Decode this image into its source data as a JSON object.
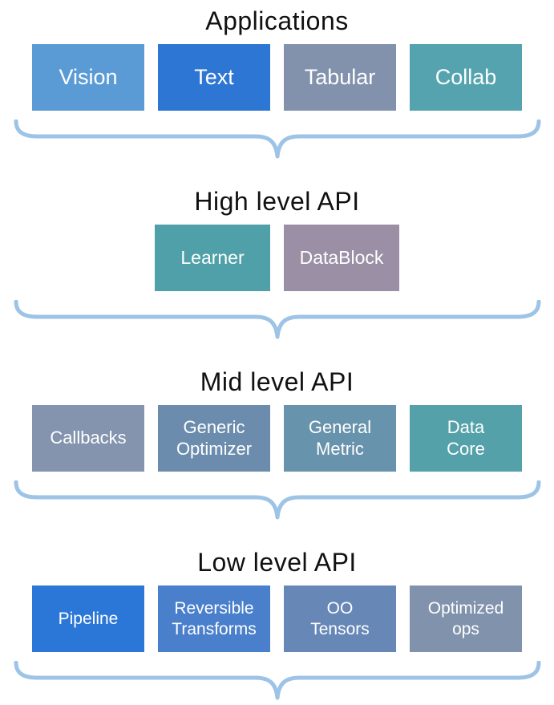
{
  "brace_color": "#9DC3E6",
  "sections": [
    {
      "title": "Applications",
      "boxes": [
        {
          "label": "Vision",
          "color": "#5B9BD5"
        },
        {
          "label": "Text",
          "color": "#2E76D3"
        },
        {
          "label": "Tabular",
          "color": "#8292AC"
        },
        {
          "label": "Collab",
          "color": "#55A3AE"
        }
      ]
    },
    {
      "title": "High level API",
      "boxes": [
        {
          "label": "Learner",
          "color": "#4FA0A8"
        },
        {
          "label": "DataBlock",
          "color": "#9B8FA5"
        }
      ]
    },
    {
      "title": "Mid level API",
      "boxes": [
        {
          "label": "Callbacks",
          "color": "#8493AE"
        },
        {
          "label": "Generic\nOptimizer",
          "color": "#6C8CAE"
        },
        {
          "label": "General\nMetric",
          "color": "#6893AC"
        },
        {
          "label": "Data\nCore",
          "color": "#55A1A9"
        }
      ]
    },
    {
      "title": "Low level API",
      "boxes": [
        {
          "label": "Pipeline",
          "color": "#2B77D8"
        },
        {
          "label": "Reversible\nTransforms",
          "color": "#4A7FCC"
        },
        {
          "label": "OO\nTensors",
          "color": "#6788B7"
        },
        {
          "label": "Optimized\nops",
          "color": "#8193AC"
        }
      ]
    }
  ]
}
